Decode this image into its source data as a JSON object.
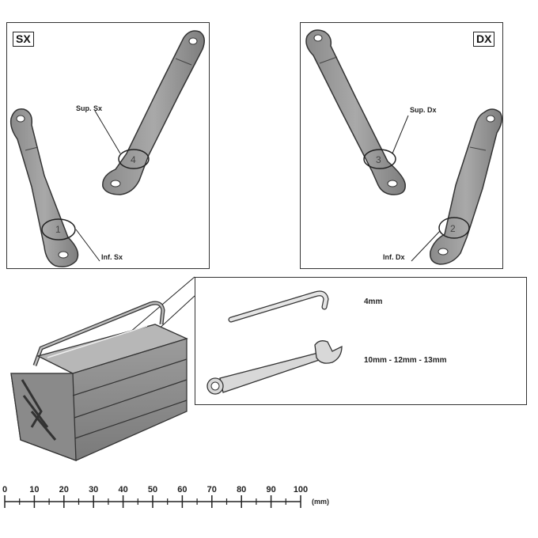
{
  "panels": {
    "left": {
      "tag": "SX",
      "upper_label": "Sup. Sx",
      "lower_label": "Inf. Sx",
      "upper_number": "4",
      "lower_number": "1"
    },
    "right": {
      "tag": "DX",
      "upper_label": "Sup. Dx",
      "lower_label": "Inf. Dx",
      "upper_number": "3",
      "lower_number": "2"
    }
  },
  "tools": {
    "hex_key": "4mm",
    "wrench": "10mm - 12mm - 13mm"
  },
  "ruler": {
    "ticks": [
      "0",
      "10",
      "20",
      "30",
      "40",
      "50",
      "60",
      "70",
      "80",
      "90",
      "100"
    ],
    "unit": "(mm)"
  }
}
